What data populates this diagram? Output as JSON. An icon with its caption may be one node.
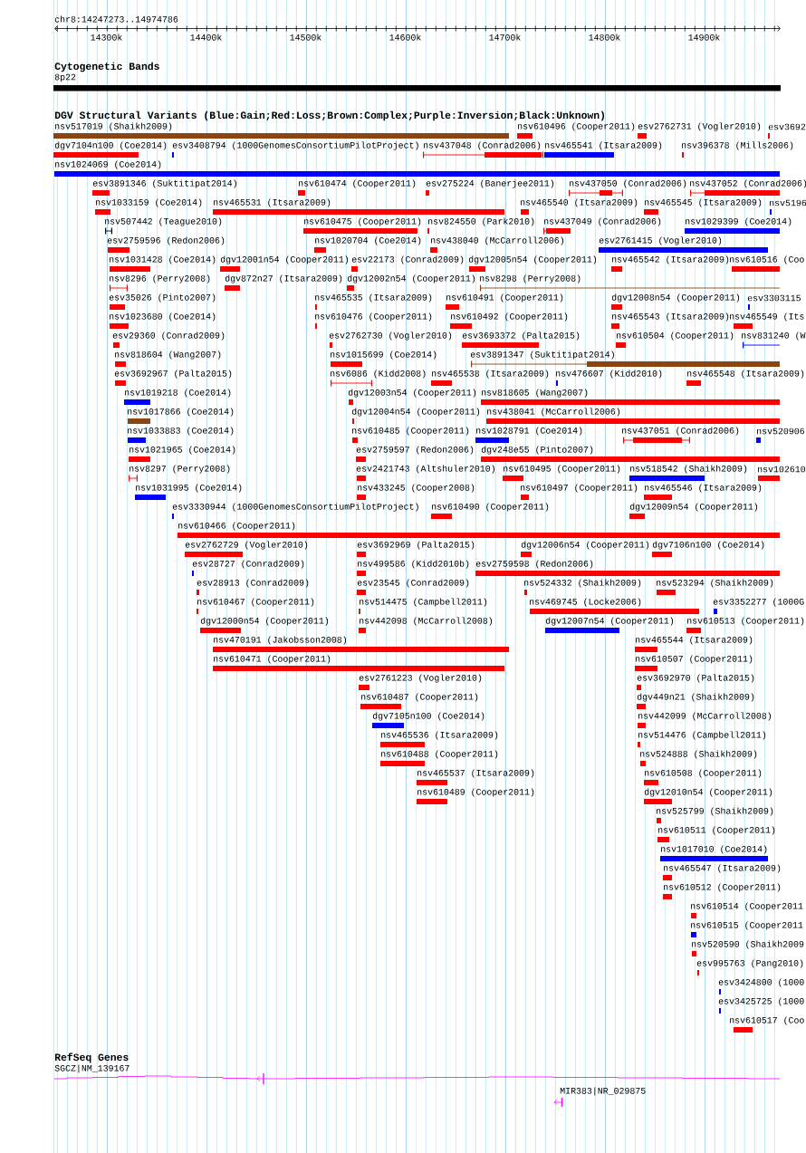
{
  "diagram": {
    "labels": [
      "chr8:14247273..14974786",
      "14300k",
      "14400k",
      "14500k",
      "14600k",
      "14700k",
      "14800k",
      "14900k",
      "Cytogenetic Bands",
      "8p22",
      "DGV Structural Variants (Blue:Gain;Red:Loss;Brown:Complex;Purple:Inversion;Black:Unknown)",
      "nsv517019 (Shaikh2009)",
      "nsv610496 (Cooper2011)",
      "esv2762731 (Vogler2010)",
      "esv3692",
      "dgv7104n100 (Coe2014)",
      "esv3408794 (1000GenomesConsortiumPilotProject)",
      "nsv437048 (Conrad2006)",
      "nsv465541 (Itsara2009)",
      "nsv396378 (Mills2006)",
      "nsv1024069 (Coe2014)",
      "esv3891346 (Suktitipat2014)",
      "nsv610474 (Cooper2011)",
      "esv275224 (Banerjee2011)",
      "nsv437050 (Conrad2006)",
      "nsv437052 (Conrad2006)",
      "nsv1033159 (Coe2014)",
      "nsv465531 (Itsara2009)",
      "nsv465540 (Itsara2009)",
      "nsv465545 (Itsara2009)",
      "nsv5196",
      "nsv507442 (Teague2010)",
      "nsv610475 (Cooper2011)",
      "nsv824550 (Park2010)",
      "nsv437049 (Conrad2006)",
      "nsv1029399 (Coe2014)",
      "esv2759596 (Redon2006)",
      "nsv1020704 (Coe2014)",
      "nsv438040 (McCarroll2006)",
      "esv2761415 (Vogler2010)",
      "nsv1031428 (Coe2014)",
      "dgv12001n54 (Cooper2011)",
      "esv22173 (Conrad2009)",
      "dgv12005n54 (Cooper2011)",
      "nsv465542 (Itsara2009)",
      "nsv610516 (Coo",
      "nsv8296 (Perry2008)",
      "dgv872n27 (Itsara2009)",
      "dgv12002n54 (Cooper2011)",
      "nsv8298 (Perry2008)",
      "esv35026 (Pinto2007)",
      "nsv465535 (Itsara2009)",
      "nsv610491 (Cooper2011)",
      "dgv12008n54 (Cooper2011)",
      "esv3303115",
      "nsv1023680 (Coe2014)",
      "nsv610476 (Cooper2011)",
      "nsv610492 (Cooper2011)",
      "nsv465543 (Itsara2009)",
      "nsv465549 (Its",
      "esv29360 (Conrad2009)",
      "esv2762730 (Vogler2010)",
      "esv3693372 (Palta2015)",
      "nsv610504 (Cooper2011)",
      "nsv831240 (W",
      "nsv818604 (Wang2007)",
      "nsv1015699 (Coe2014)",
      "esv3891347 (Suktitipat2014)",
      "esv3692967 (Palta2015)",
      "nsv6086 (Kidd2008)",
      "nsv465538 (Itsara2009)",
      "nsv476607 (Kidd2010)",
      "nsv465548 (Itsara2009)",
      "nsv1019218 (Coe2014)",
      "dgv12003n54 (Cooper2011)",
      "nsv818605 (Wang2007)",
      "nsv1017866 (Coe2014)",
      "dgv12004n54 (Cooper2011)",
      "nsv438041 (McCarroll2006)",
      "nsv1033883 (Coe2014)",
      "nsv610485 (Cooper2011)",
      "nsv1028791 (Coe2014)",
      "nsv437051 (Conrad2006)",
      "nsv520906",
      "nsv1021965 (Coe2014)",
      "esv2759597 (Redon2006)",
      "dgv248e55 (Pinto2007)",
      "nsv8297 (Perry2008)",
      "esv2421743 (Altshuler2010)",
      "nsv610495 (Cooper2011)",
      "nsv518542 (Shaikh2009)",
      "nsv102610",
      "nsv1031995 (Coe2014)",
      "nsv433245 (Cooper2008)",
      "nsv610497 (Cooper2011)",
      "nsv465546 (Itsara2009)",
      "esv3330944 (1000GenomesConsortiumPilotProject)",
      "nsv610490 (Cooper2011)",
      "dgv12009n54 (Cooper2011)",
      "nsv610466 (Cooper2011)",
      "esv2762729 (Vogler2010)",
      "esv3692969 (Palta2015)",
      "dgv12006n54 (Cooper2011)",
      "dgv7106n100 (Coe2014)",
      "esv28727 (Conrad2009)",
      "nsv499586 (Kidd2010b)",
      "esv2759598 (Redon2006)",
      "esv28913 (Conrad2009)",
      "esv23545 (Conrad2009)",
      "nsv524332 (Shaikh2009)",
      "nsv523294 (Shaikh2009)",
      "nsv610467 (Cooper2011)",
      "nsv514475 (Campbell2011)",
      "nsv469745 (Locke2006)",
      "esv3352277 (1000G",
      "dgv12000n54 (Cooper2011)",
      "nsv442098 (McCarroll2008)",
      "dgv12007n54 (Cooper2011)",
      "nsv610513 (Cooper2011)",
      "nsv470191 (Jakobsson2008)",
      "nsv465544 (Itsara2009)",
      "nsv610471 (Cooper2011)",
      "nsv610507 (Cooper2011)",
      "esv2761223 (Vogler2010)",
      "esv3692970 (Palta2015)",
      "nsv610487 (Cooper2011)",
      "dgv449n21 (Shaikh2009)",
      "dgv7105n100 (Coe2014)",
      "nsv442099 (McCarroll2008)",
      "nsv465536 (Itsara2009)",
      "nsv514476 (Campbell2011)",
      "nsv610488 (Cooper2011)",
      "nsv524888 (Shaikh2009)",
      "nsv465537 (Itsara2009)",
      "nsv610508 (Cooper2011)",
      "nsv610489 (Cooper2011)",
      "dgv12010n54 (Cooper2011)",
      "nsv525799 (Shaikh2009)",
      "nsv610511 (Cooper2011)",
      "nsv1017010 (Coe2014)",
      "nsv465547 (Itsara2009)",
      "nsv610512 (Cooper2011)",
      "nsv610514 (Cooper2011",
      "nsv610515 (Cooper2011",
      "nsv520590 (Shaikh2009",
      "esv995763 (Pang2010)",
      "esv3424800 (1000",
      "esv3425725 (1000",
      "nsv610517 (Coo",
      "RefSeq Genes",
      "SGCZ|NM_139167",
      "MIR383|NR_029875"
    ]
  }
}
